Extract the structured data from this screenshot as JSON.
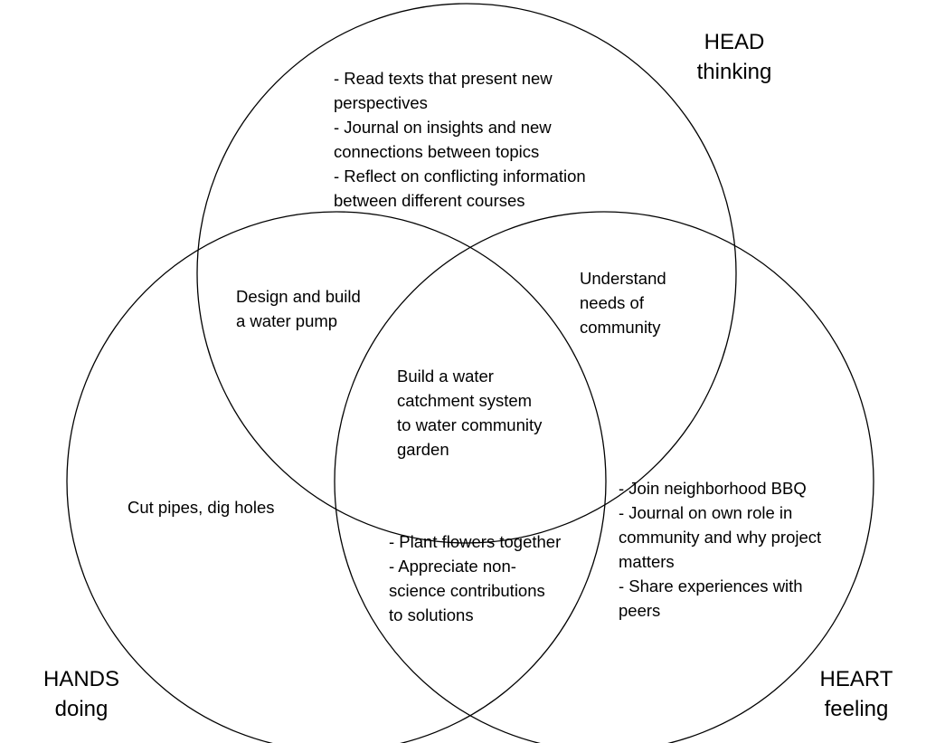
{
  "circles": {
    "head": {
      "title": "HEAD",
      "subtitle": "thinking"
    },
    "hands": {
      "title": "HANDS",
      "subtitle": "doing"
    },
    "heart": {
      "title": "HEART",
      "subtitle": "feeling"
    }
  },
  "regions": {
    "head_only": [
      "- Read texts that present new",
      "perspectives",
      "- Journal on insights and new",
      "connections between topics",
      "- Reflect on conflicting information",
      "between different courses"
    ],
    "head_hands": [
      "Design and build",
      "a water pump"
    ],
    "head_heart": [
      "Understand",
      "needs of",
      "community"
    ],
    "center": [
      "Build a water",
      "catchment system",
      "to water community",
      "garden"
    ],
    "hands_only": [
      "Cut pipes, dig holes"
    ],
    "hands_heart": [
      "- Plant flowers together",
      "- Appreciate non-",
      "science contributions",
      "to solutions"
    ],
    "heart_only": [
      "- Join neighborhood BBQ",
      "- Journal on own role in",
      "community and why project",
      "matters",
      "- Share experiences with",
      "peers"
    ]
  }
}
